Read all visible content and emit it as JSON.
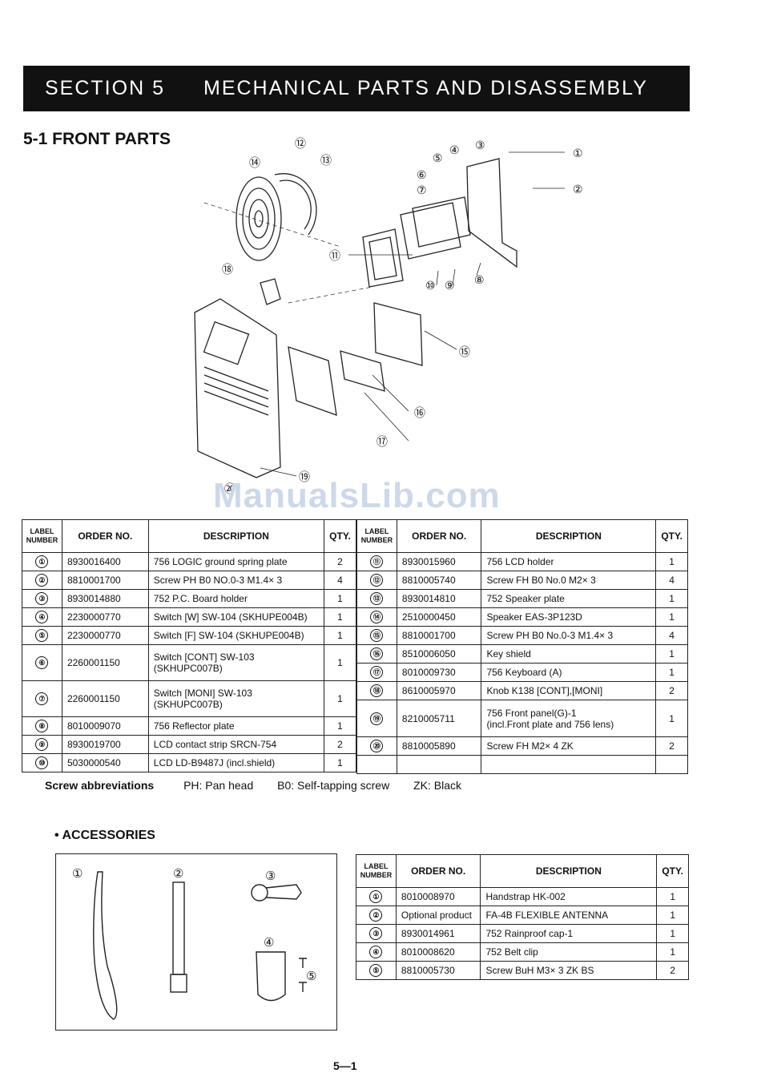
{
  "header": {
    "section": "SECTION 5",
    "title": "MECHANICAL PARTS AND DISASSEMBLY"
  },
  "subsection": "5-1 FRONT PARTS",
  "watermark": "ManualsLib.com",
  "diagram_labels": [
    "①",
    "②",
    "③",
    "④",
    "⑤",
    "⑥",
    "⑦",
    "⑧",
    "⑨",
    "⑩",
    "⑪",
    "⑫",
    "⑬",
    "⑭",
    "⑮",
    "⑯",
    "⑰",
    "⑱",
    "⑲",
    "⑳"
  ],
  "columns": {
    "label": "LABEL NUMBER",
    "order": "ORDER NO.",
    "description": "DESCRIPTION",
    "qty": "QTY."
  },
  "parts_left": [
    {
      "n": "①",
      "order": "8930016400",
      "desc": "756 LOGIC ground spring plate",
      "qty": "2"
    },
    {
      "n": "②",
      "order": "8810001700",
      "desc": "Screw PH B0 NO.0-3 M1.4× 3",
      "qty": "4"
    },
    {
      "n": "③",
      "order": "8930014880",
      "desc": "752 P.C. Board holder",
      "qty": "1"
    },
    {
      "n": "④",
      "order": "2230000770",
      "desc": "Switch [W] SW-104 (SKHUPE004B)",
      "qty": "1"
    },
    {
      "n": "⑤",
      "order": "2230000770",
      "desc": "Switch [F] SW-104 (SKHUPE004B)",
      "qty": "1"
    },
    {
      "n": "⑥",
      "order": "2260001150",
      "desc": "Switch [CONT] SW-103",
      "desc2": "(SKHUPC007B)",
      "qty": "1"
    },
    {
      "n": "⑦",
      "order": "2260001150",
      "desc": "Switch [MONI] SW-103",
      "desc2": "(SKHUPC007B)",
      "qty": "1"
    },
    {
      "n": "⑧",
      "order": "8010009070",
      "desc": "756 Reflector plate",
      "qty": "1"
    },
    {
      "n": "⑨",
      "order": "8930019700",
      "desc": "LCD contact strip SRCN-754",
      "qty": "2"
    },
    {
      "n": "⑩",
      "order": "5030000540",
      "desc": "LCD LD-B9487J (incl.shield)",
      "qty": "1"
    }
  ],
  "parts_right": [
    {
      "n": "⑪",
      "order": "8930015960",
      "desc": "756 LCD holder",
      "qty": "1"
    },
    {
      "n": "⑫",
      "order": "8810005740",
      "desc": "Screw FH B0 No.0 M2× 3",
      "qty": "4"
    },
    {
      "n": "⑬",
      "order": "8930014810",
      "desc": "752 Speaker plate",
      "qty": "1"
    },
    {
      "n": "⑭",
      "order": "2510000450",
      "desc": "Speaker EAS-3P123D",
      "qty": "1"
    },
    {
      "n": "⑮",
      "order": "8810001700",
      "desc": "Screw PH B0 No.0-3 M1.4× 3",
      "qty": "4"
    },
    {
      "n": "⑯",
      "order": "8510006050",
      "desc": "Key shield",
      "qty": "1"
    },
    {
      "n": "⑰",
      "order": "8010009730",
      "desc": "756 Keyboard (A)",
      "qty": "1"
    },
    {
      "n": "⑱",
      "order": "8610005970",
      "desc": "Knob K138 [CONT],[MONI]",
      "qty": "2"
    },
    {
      "n": "⑲",
      "order": "8210005711",
      "desc": "756 Front panel(G)-1",
      "desc2": "(incl.Front plate and 756 lens)",
      "qty": "1"
    },
    {
      "n": "⑳",
      "order": "8810005890",
      "desc": "Screw FH M2× 4 ZK",
      "qty": "2"
    }
  ],
  "abbreviations": {
    "title": "Screw abbreviations",
    "items": [
      "PH: Pan head",
      "B0: Self-tapping screw",
      "ZK: Black"
    ]
  },
  "accessories": {
    "title": "• ACCESSORIES",
    "labels": [
      "①",
      "②",
      "③",
      "④",
      "⑤"
    ],
    "rows": [
      {
        "n": "①",
        "order": "8010008970",
        "desc": "Handstrap HK-002",
        "qty": "1"
      },
      {
        "n": "②",
        "order": "Optional product",
        "desc": "FA-4B FLEXIBLE ANTENNA",
        "qty": "1"
      },
      {
        "n": "③",
        "order": "8930014961",
        "desc": "752 Rainproof cap-1",
        "qty": "1"
      },
      {
        "n": "④",
        "order": "8010008620",
        "desc": "752 Belt clip",
        "qty": "1"
      },
      {
        "n": "⑤",
        "order": "8810005730",
        "desc": "Screw BuH M3× 3 ZK BS",
        "qty": "2"
      }
    ]
  },
  "page_number": "5—1"
}
